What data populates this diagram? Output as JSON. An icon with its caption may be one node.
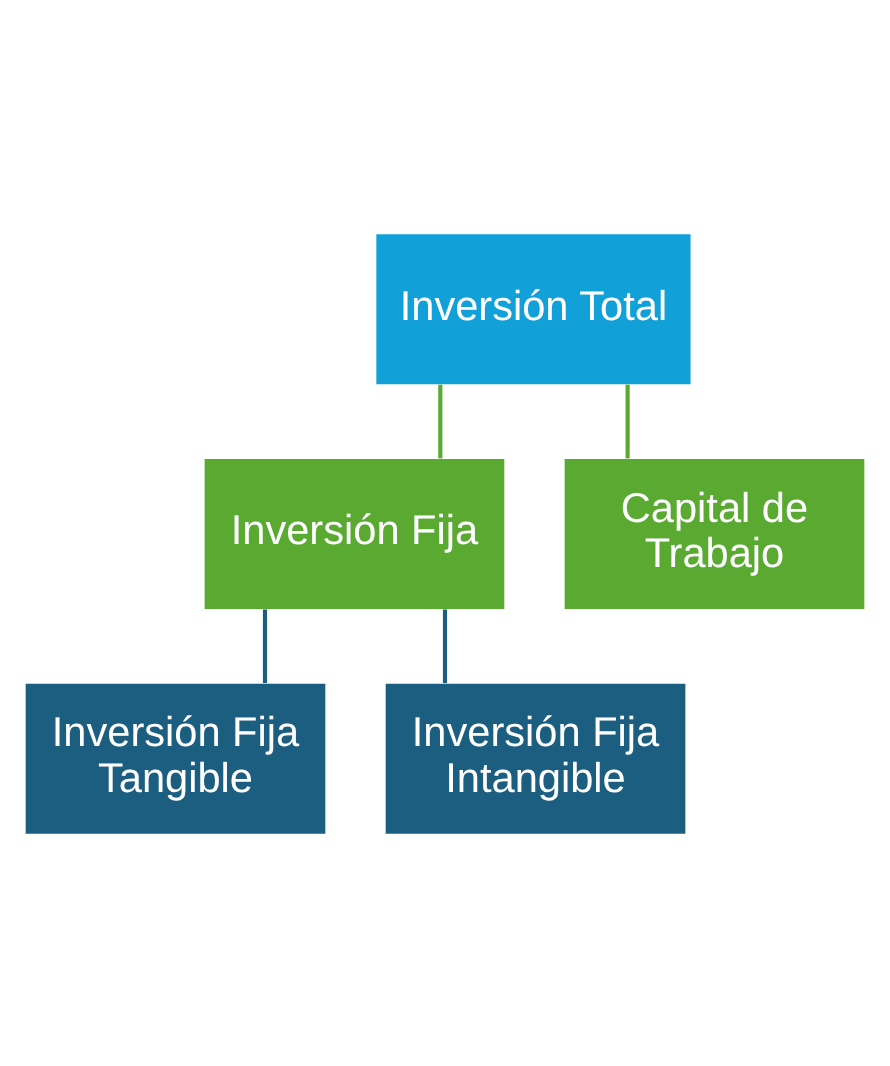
{
  "diagram": {
    "nodes": [
      {
        "text": [
          "Inversión Total"
        ]
      },
      {
        "text": [
          "Inversión Fija"
        ]
      },
      {
        "text": [
          "Capital de Trabajo"
        ]
      },
      {
        "text": [
          "Inversión Fija Tangible"
        ]
      },
      {
        "text": [
          "Inversión Fija Intangible"
        ]
      }
    ],
    "edges": [
      {
        "from": 0,
        "to": 1,
        "arrow": "none",
        "color": "#5aaa32"
      },
      {
        "from": 0,
        "to": 2,
        "arrow": "none",
        "color": "#5aaa32"
      },
      {
        "from": 1,
        "to": 3,
        "arrow": "none",
        "color": "#1b5e80"
      },
      {
        "from": 1,
        "to": 4,
        "arrow": "none",
        "color": "#1b5e80"
      }
    ]
  }
}
